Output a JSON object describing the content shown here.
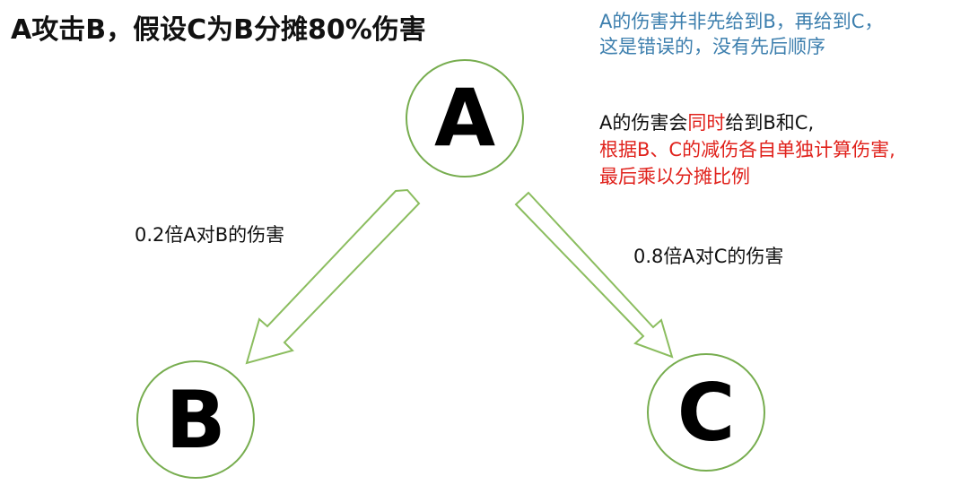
{
  "title": "A攻击B，假设C为B分摊80%伤害",
  "note_blue": {
    "line1": "A的伤害并非先给到B，再给到C，",
    "line2": "这是错误的，没有先后顺序"
  },
  "note_mixed": {
    "line1_a": "A的伤害会",
    "line1_red": "同时",
    "line1_b": "给到B和C,",
    "line2": "根据B、C的减伤各自单独计算伤害,",
    "line3": "最后乘以分摊比例"
  },
  "nodes": {
    "a": "A",
    "b": "B",
    "c": "C"
  },
  "edges": {
    "a_to_b": "0.2倍A对B的伤害",
    "a_to_c": "0.8倍A对C的伤害"
  },
  "colors": {
    "circle_stroke": "#77ad4f",
    "arrow_stroke": "#8bbd5f",
    "note_blue": "#3d7fae",
    "highlight_red": "#e0221c"
  }
}
